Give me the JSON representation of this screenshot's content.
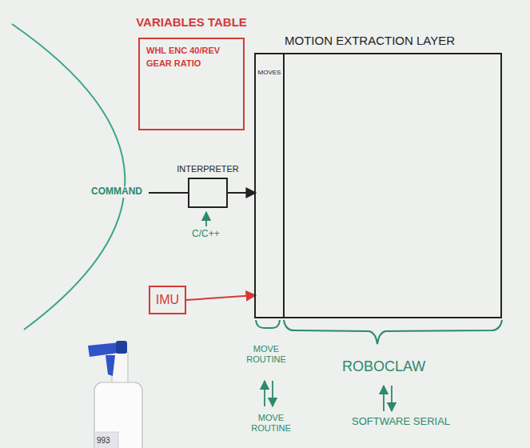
{
  "diagram": {
    "nodes": [
      {
        "text": [
          "VARIABLES TABLE",
          "WHL ENC 40/REV",
          "GEAR RATIO"
        ]
      },
      {
        "text": [
          "MOTION EXTRACTION LAYER"
        ]
      },
      {
        "text": [
          "MOVES"
        ],
        "in": 1
      },
      {
        "text": [
          "INTERPRETER"
        ]
      },
      {
        "text": [
          "IMU"
        ]
      }
    ],
    "edges": [
      {
        "from": 3,
        "to": 2,
        "arrow": "to"
      },
      {
        "from": 4,
        "to": 2,
        "arrow": "to"
      }
    ],
    "labels": [
      "COMMAND",
      "C/C++",
      "MOVE ROUTINE",
      "ROBOCLAW",
      "MOVE ROUTINE",
      "SOFTWARE SERIAL",
      "993"
    ]
  }
}
